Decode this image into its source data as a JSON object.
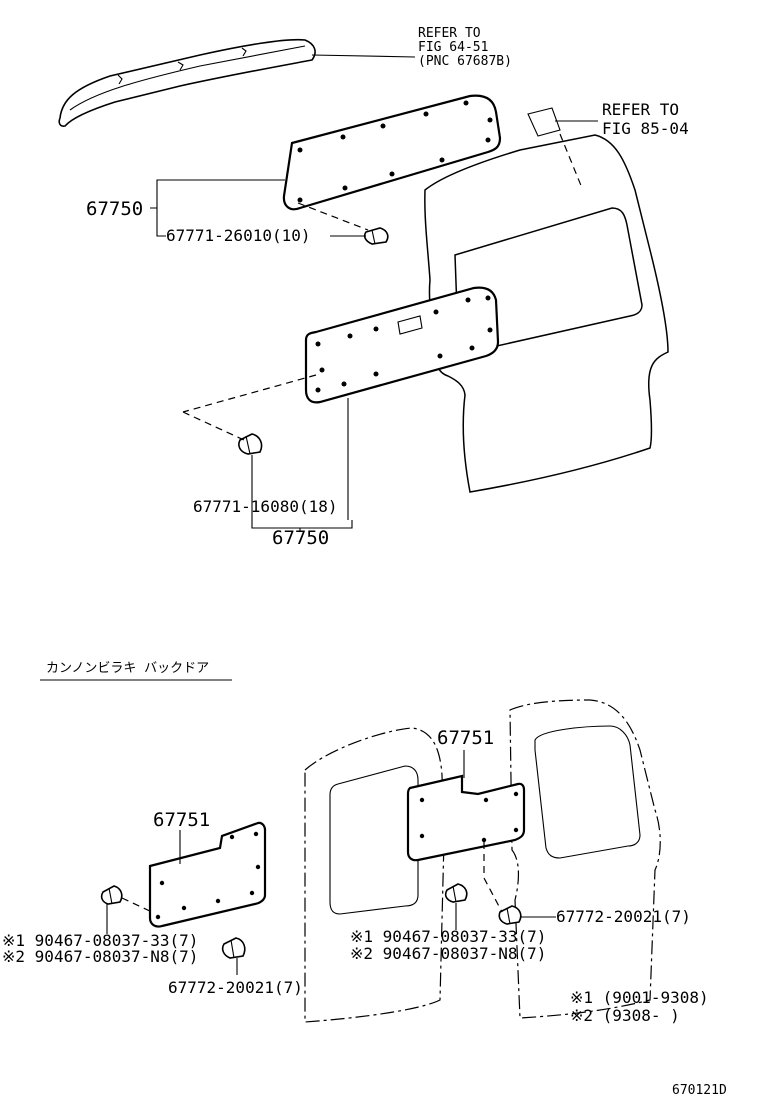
{
  "labels": {
    "refer_spoiler": [
      "REFER TO",
      "FIG 64-51",
      "(PNC 67687B)"
    ],
    "refer_door": [
      "REFER TO",
      "FIG 85-04"
    ],
    "upper_panel_part": "67750",
    "upper_clip": "67771-26010(10)",
    "lower_clip": "67771-16080(18)",
    "lower_panel_part": "67750",
    "section_title": "カンノンビラキ バックドア",
    "left_panel_part": "67751",
    "right_panel_part": "67751",
    "left_clip_1": "※1 90467-08037-33(7)",
    "left_clip_2": "※2 90467-08037-N8(7)",
    "left_clip_3": "67772-20021(7)",
    "right_clip_1": "※1 90467-08037-33(7)",
    "right_clip_2": "※2 90467-08037-N8(7)",
    "right_clip_3": "67772-20021(7)",
    "note_1": "※1 (9001-9308)",
    "note_2": "※2 (9308-        )",
    "figure_code": "670121D"
  }
}
